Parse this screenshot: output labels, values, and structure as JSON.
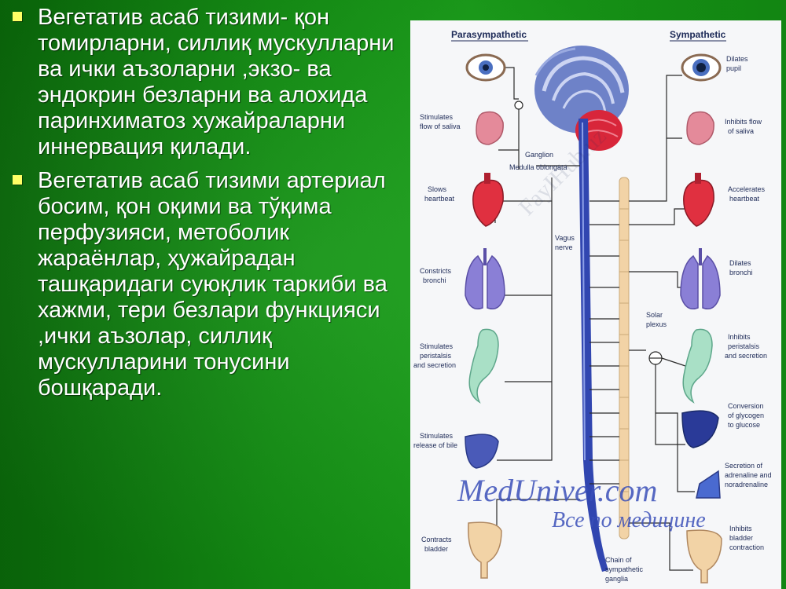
{
  "bullets": [
    {
      "text": "Вегетатив асаб тизими- қон томирларни, силлиқ мускулларни ва ички аъзоларни ,экзо- ва эндокрин безларни ва алохида паринхиматоз хужайраларни иннервация қилади."
    },
    {
      "text": "Вегетатив асаб тизими артериал босим, қон оқими ва тўқима перфузияси, метоболик жараёнлар, ҳужайрадан ташқаридаги суюқлик таркиби ва хажми, тери безлари функцияси ,ички аъзолар, силлиқ мускулларини тонусини бошқаради."
    }
  ],
  "diagram": {
    "header_left": "Parasympathetic",
    "header_right": "Sympathetic",
    "labels": {
      "ganglion": "Ganglion",
      "medulla": "Medulla oblongata",
      "vagus_1": "Vagus",
      "vagus_2": "nerve",
      "solar_1": "Solar",
      "solar_2": "plexus",
      "chain_1": "Chain of",
      "chain_2": "sympathetic",
      "chain_3": "ganglia"
    },
    "left_effects": [
      {
        "lines": [
          "Stimulates",
          "flow of saliva"
        ]
      },
      {
        "lines": [
          "Slows",
          "heartbeat"
        ]
      },
      {
        "lines": [
          "Constricts",
          "bronchi"
        ]
      },
      {
        "lines": [
          "Stimulates",
          "peristalsis",
          "and secretion"
        ]
      },
      {
        "lines": [
          "Stimulates",
          "release of bile"
        ]
      },
      {
        "lines": [
          "Contracts",
          "bladder"
        ]
      }
    ],
    "right_effects": [
      {
        "lines": [
          "Dilates",
          "pupil"
        ]
      },
      {
        "lines": [
          "Inhibits flow",
          "of saliva"
        ]
      },
      {
        "lines": [
          "Accelerates",
          "heartbeat"
        ]
      },
      {
        "lines": [
          "Dilates",
          "bronchi"
        ]
      },
      {
        "lines": [
          "Inhibits",
          "peristalsis",
          "and secretion"
        ]
      },
      {
        "lines": [
          "Conversion",
          "of glycogen",
          "to glucose"
        ]
      },
      {
        "lines": [
          "Secretion of",
          "adrenaline and",
          "noradrenaline"
        ]
      },
      {
        "lines": [
          "Inhibits",
          "bladder",
          "contraction"
        ]
      }
    ],
    "watermark_main": "MedUniver.com",
    "watermark_sub": "Все по медицине",
    "watermark_diag": "FayIHub.uz"
  },
  "colors": {
    "background": "#139013",
    "bullet": "#ffff66",
    "text": "#ffffff",
    "spine": "#3146b0",
    "chain": "#f2d3a6",
    "brain": "#6e82c8",
    "cerebellum": "#d8263a",
    "lines": "#2a2a2a"
  }
}
